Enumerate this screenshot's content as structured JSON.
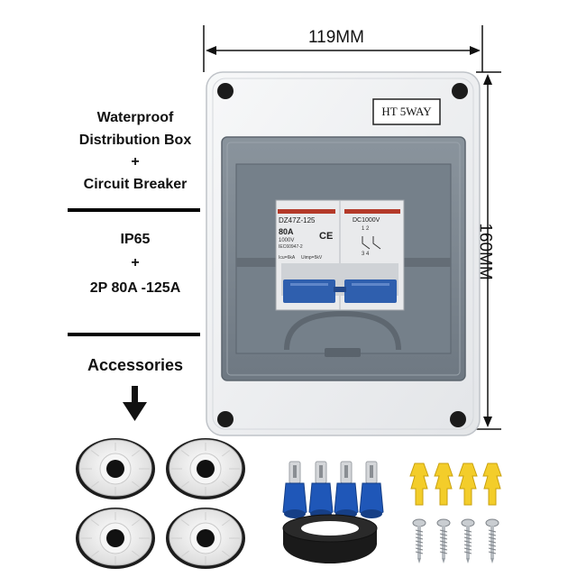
{
  "left_text": {
    "line1": "Waterproof",
    "line2": "Distribution Box",
    "plus1": "+",
    "line3": "Circuit Breaker",
    "ip": "IP65",
    "plus2": "+",
    "spec": "2P 80A -125A",
    "accessories": "Accessories"
  },
  "dimensions": {
    "width": "119MM",
    "height": "160MM"
  },
  "box": {
    "label": "HT 5WAY"
  },
  "breaker_left": {
    "model": "DZ47Z-125",
    "current": "80A",
    "voltage": "1000V",
    "standard": "IEC60947-2",
    "ce": "CE",
    "icu": "Icu=6kA",
    "uimp": "Uimp=5kV"
  },
  "breaker_right": {
    "rating": "DC1000V",
    "terminals_top": "1  2",
    "terminals_bottom": "3  4"
  },
  "colors": {
    "enclosure": "#f0f1f2",
    "window": "#7d8791",
    "breaker_body": "#e9eaec",
    "toggle": "#2f5fae",
    "cable_gland": "#f3f3f3",
    "terminal": "#1f57b8",
    "plug": "#f3cd2a",
    "tape": "#1a1a1a"
  }
}
